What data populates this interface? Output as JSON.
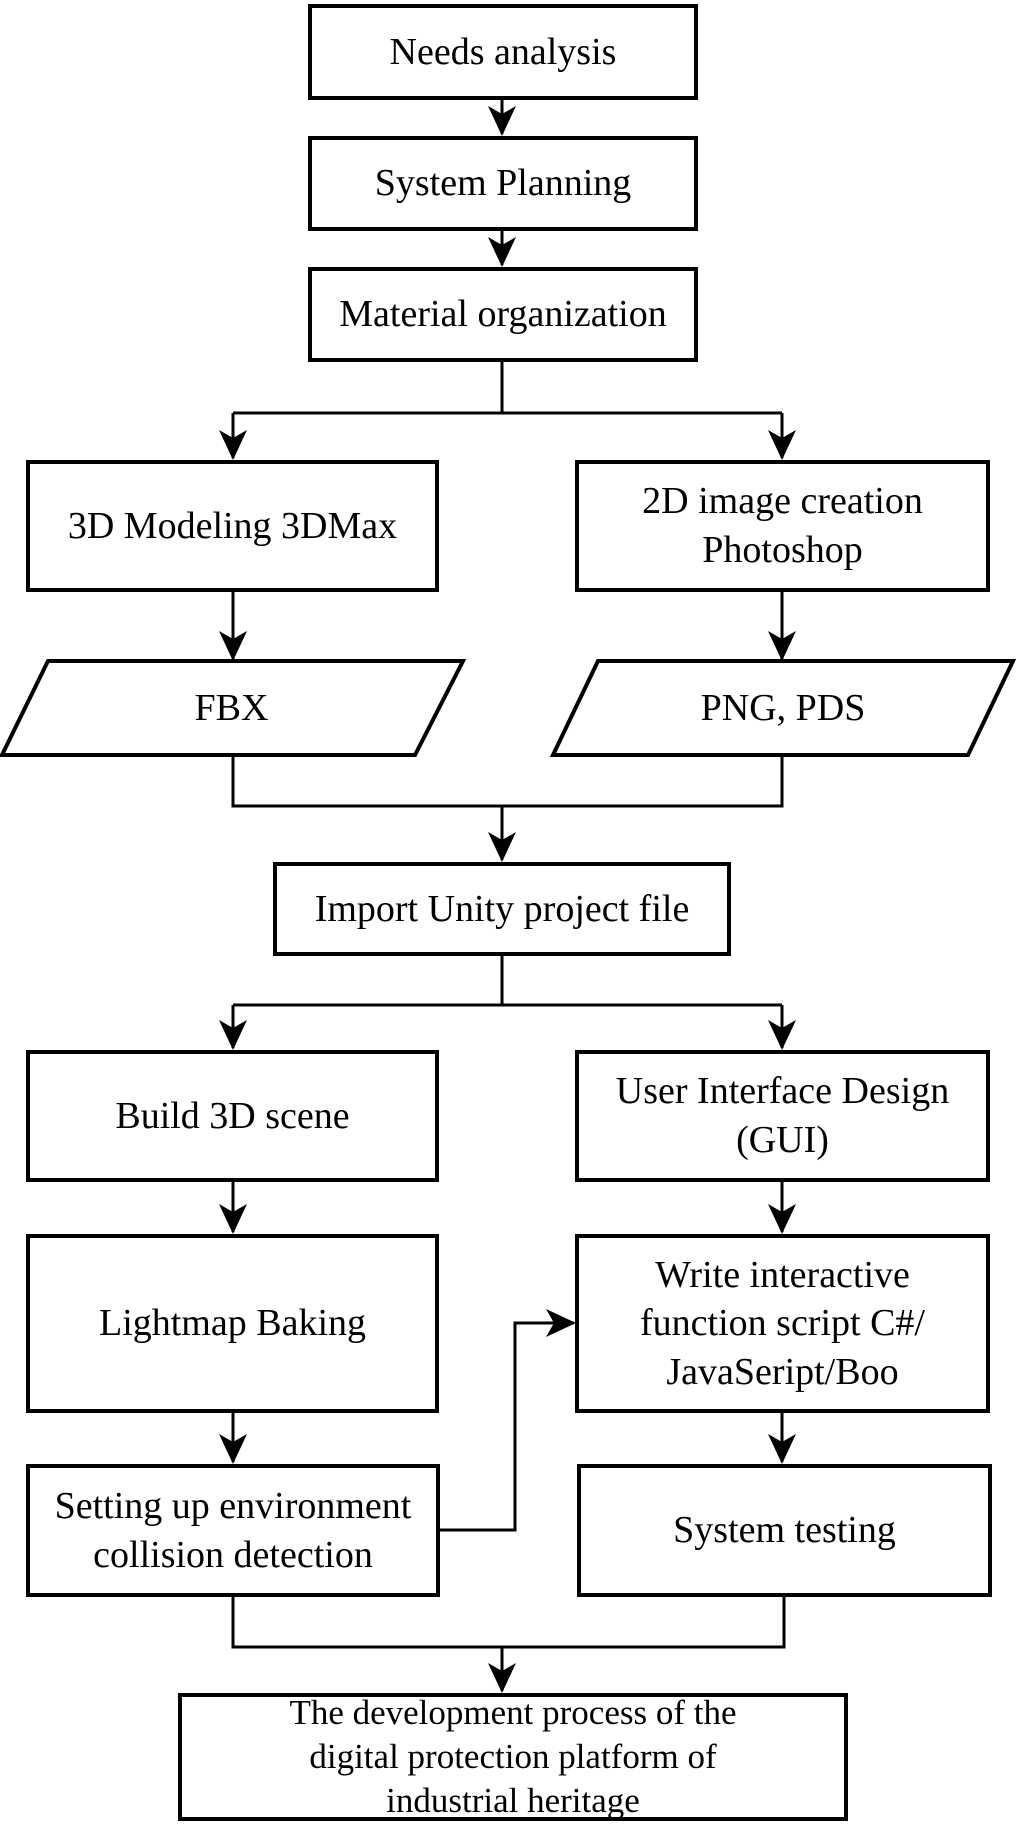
{
  "figure": {
    "kind": "flowchart",
    "background_color": "#ffffff",
    "line_color": "#000000",
    "text_color": "#000000",
    "node_fill": "#ffffff"
  },
  "nodes": {
    "needs_analysis": {
      "label": "Needs analysis"
    },
    "system_planning": {
      "label": "System Planning"
    },
    "material_organization": {
      "label": "Material organization"
    },
    "modeling_3d": {
      "label": "3D Modeling 3DMax"
    },
    "image_2d": {
      "lines": [
        "2D image creation",
        "Photoshop"
      ]
    },
    "fbx": {
      "label": "FBX"
    },
    "png_pds": {
      "label": "PNG, PDS"
    },
    "import_unity": {
      "label": "Import Unity project file"
    },
    "build_3d_scene": {
      "label": "Build 3D scene"
    },
    "ui_design": {
      "lines": [
        "User Interface Design",
        "(GUI)"
      ]
    },
    "lightmap_baking": {
      "label": "Lightmap Baking"
    },
    "write_script": {
      "lines": [
        "Write interactive",
        "function script C#/",
        "JavaSeript/Boo"
      ]
    },
    "collision_detection": {
      "lines": [
        "Setting up environment",
        "collision detection"
      ]
    },
    "system_testing": {
      "label": "System testing"
    },
    "result": {
      "lines": [
        "The development process of the",
        "digital protection platform of",
        "industrial heritage"
      ]
    }
  }
}
